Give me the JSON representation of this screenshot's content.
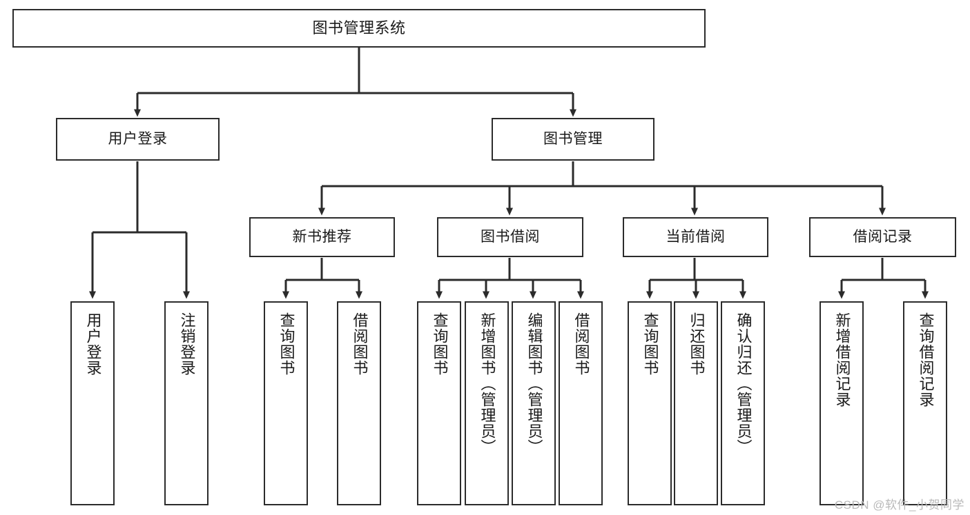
{
  "diagram": {
    "title": "图书管理系统",
    "watermark": "CSDN @软件_小贺同学",
    "stroke_color": "#2b2b2b",
    "background_color": "#ffffff",
    "text_color": "#1a1a1a",
    "watermark_color": "#b9b9b9",
    "levels": {
      "root": "图书管理系统",
      "level2": [
        "用户登录",
        "图书管理"
      ],
      "level3": [
        "新书推荐",
        "图书借阅",
        "当前借阅",
        "借阅记录"
      ]
    },
    "nodes": {
      "root": {
        "label": "图书管理系统"
      },
      "user_login": {
        "label": "用户登录"
      },
      "book_manage": {
        "label": "图书管理"
      },
      "new_book_rec": {
        "label": "新书推荐"
      },
      "book_borrow": {
        "label": "图书借阅"
      },
      "current_borrow": {
        "label": "当前借阅"
      },
      "borrow_record": {
        "label": "借阅记录"
      },
      "leaf_user_login": {
        "label": "用户登录"
      },
      "leaf_logout": {
        "label": "注销登录"
      },
      "leaf_query_book_a": {
        "label": "查询图书"
      },
      "leaf_borrow_book_a": {
        "label": "借阅图书"
      },
      "leaf_query_book_b": {
        "label": "查询图书"
      },
      "leaf_add_book": {
        "label": "新增图书（管理员）"
      },
      "leaf_edit_book": {
        "label": "编辑图书（管理员）"
      },
      "leaf_borrow_book_b": {
        "label": "借阅图书"
      },
      "leaf_query_book_c": {
        "label": "查询图书"
      },
      "leaf_return_book": {
        "label": "归还图书"
      },
      "leaf_confirm_return": {
        "label": "确认归还（管理员）"
      },
      "leaf_add_record": {
        "label": "新增借阅记录"
      },
      "leaf_query_record": {
        "label": "查询借阅记录"
      }
    }
  },
  "chart_data": {
    "type": "tree",
    "title": "图书管理系统",
    "orientation": "top-down",
    "tree": {
      "label": "图书管理系统",
      "children": [
        {
          "label": "用户登录",
          "children": [
            {
              "label": "用户登录",
              "children": []
            },
            {
              "label": "注销登录",
              "children": []
            }
          ]
        },
        {
          "label": "图书管理",
          "children": [
            {
              "label": "新书推荐",
              "children": [
                {
                  "label": "查询图书",
                  "children": []
                },
                {
                  "label": "借阅图书",
                  "children": []
                }
              ]
            },
            {
              "label": "图书借阅",
              "children": [
                {
                  "label": "查询图书",
                  "children": []
                },
                {
                  "label": "新增图书（管理员）",
                  "children": []
                },
                {
                  "label": "编辑图书（管理员）",
                  "children": []
                },
                {
                  "label": "借阅图书",
                  "children": []
                }
              ]
            },
            {
              "label": "当前借阅",
              "children": [
                {
                  "label": "查询图书",
                  "children": []
                },
                {
                  "label": "归还图书",
                  "children": []
                },
                {
                  "label": "确认归还（管理员）",
                  "children": []
                }
              ]
            },
            {
              "label": "借阅记录",
              "children": [
                {
                  "label": "新增借阅记录",
                  "children": []
                },
                {
                  "label": "查询借阅记录",
                  "children": []
                }
              ]
            }
          ]
        }
      ]
    }
  }
}
